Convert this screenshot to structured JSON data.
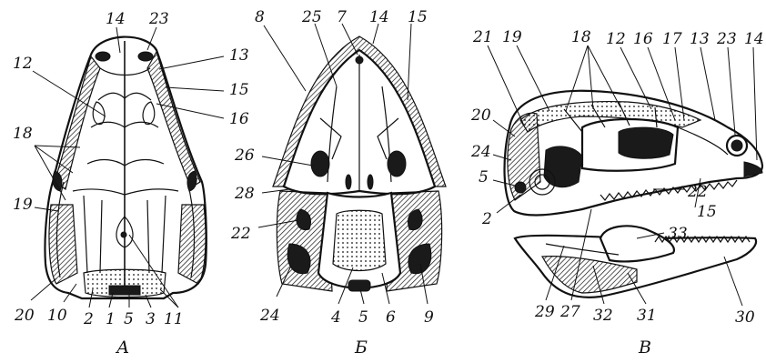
{
  "panels": [
    {
      "id": "A",
      "letter": "А",
      "labels": [
        "14",
        "23",
        "12",
        "13",
        "15",
        "16",
        "18",
        "19",
        "20",
        "10",
        "2",
        "1",
        "5",
        "3",
        "11"
      ]
    },
    {
      "id": "B",
      "letter": "Б",
      "labels": [
        "8",
        "25",
        "7",
        "14",
        "15",
        "26",
        "28",
        "22",
        "24",
        "4",
        "5",
        "6",
        "9"
      ]
    },
    {
      "id": "V",
      "letter": "В",
      "labels": [
        "21",
        "19",
        "18",
        "12",
        "16",
        "17",
        "13",
        "23",
        "14",
        "20",
        "24",
        "5",
        "2",
        "22",
        "15",
        "33",
        "29",
        "27",
        "32",
        "31",
        "30"
      ]
    }
  ]
}
